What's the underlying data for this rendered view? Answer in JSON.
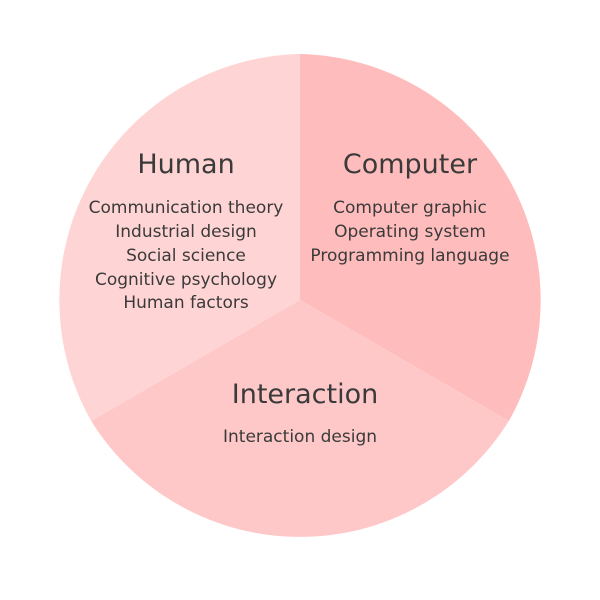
{
  "diagram": {
    "segments": [
      {
        "title": "Human",
        "color": "#ffd4d4",
        "items": [
          "Communication theory",
          "Industrial design",
          "Social science",
          "Cognitive psychology",
          "Human factors"
        ]
      },
      {
        "title": "Computer",
        "color": "#ffbcbc",
        "items": [
          "Computer graphic",
          "Operating system",
          "Programming language"
        ]
      },
      {
        "title": "Interaction",
        "color": "#ffc8c8",
        "items": [
          "Interaction design"
        ]
      }
    ]
  }
}
